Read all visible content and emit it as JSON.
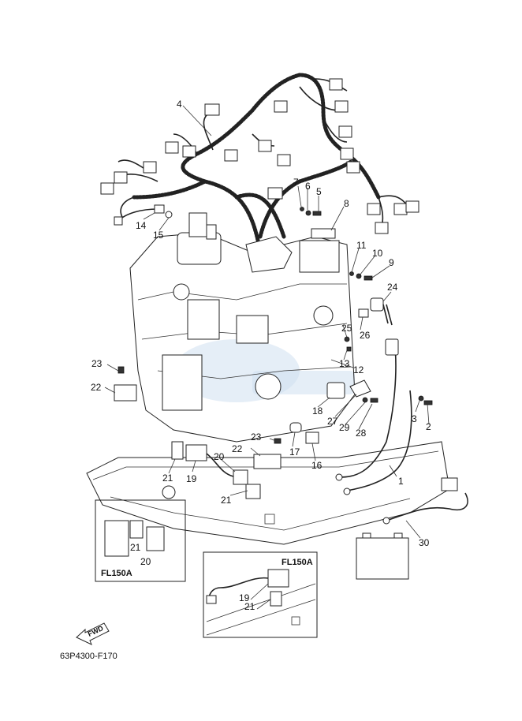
{
  "diagram": {
    "drawing_code": "63P4300-F170",
    "fwd_label": "FWD",
    "insets": [
      {
        "title": "FL150A",
        "callouts": [
          "21",
          "20"
        ]
      },
      {
        "title": "FL150A",
        "callouts": [
          "19",
          "21"
        ]
      }
    ],
    "callouts": [
      "1",
      "2",
      "3",
      "4",
      "5",
      "6",
      "7",
      "8",
      "9",
      "10",
      "11",
      "12",
      "13",
      "14",
      "15",
      "16",
      "17",
      "18",
      "19",
      "20",
      "21",
      "22",
      "23",
      "24",
      "25",
      "26",
      "27",
      "28",
      "29",
      "30"
    ],
    "callouts_repeated": {
      "19": "19",
      "20": "20",
      "21a": "21",
      "21b": "21",
      "22b": "22",
      "23b": "23"
    }
  }
}
